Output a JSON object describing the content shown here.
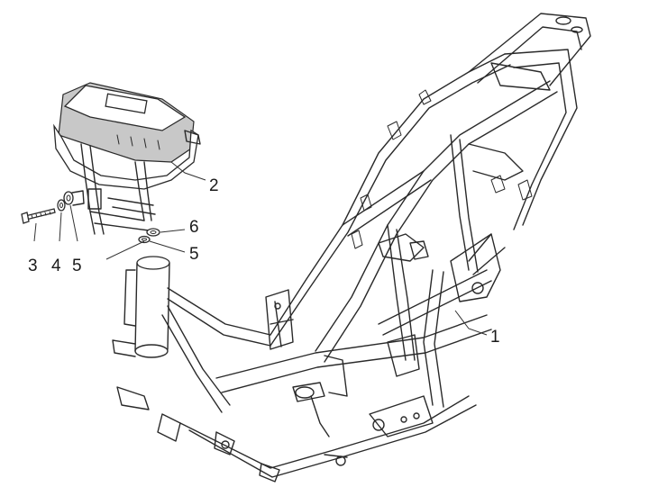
{
  "labels": {
    "frame": "1",
    "dash_bracket": "2",
    "screw": "3",
    "washer_a": "4",
    "spacer_left": "5",
    "washer_b": "6",
    "spacer_right": "5"
  }
}
